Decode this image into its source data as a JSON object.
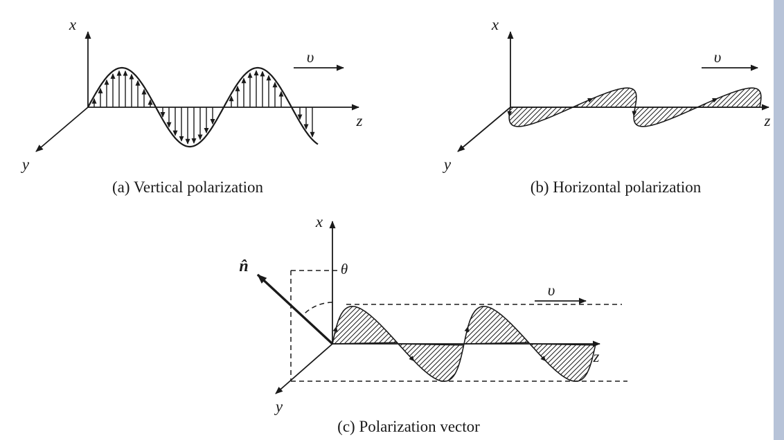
{
  "page": {
    "background_color": "#ffffff",
    "ink_color": "#1a1a1a",
    "edge_strip_color": "#b7c3d8"
  },
  "panels": {
    "a": {
      "caption": "(a) Vertical polarization",
      "axis_x_label": "x",
      "axis_y_label": "y",
      "axis_z_label": "z",
      "velocity_label": "υ"
    },
    "b": {
      "caption": "(b) Horizontal polarization",
      "axis_x_label": "x",
      "axis_y_label": "y",
      "axis_z_label": "z",
      "velocity_label": "υ"
    },
    "c": {
      "caption": "(c) Polarization vector",
      "axis_x_label": "x",
      "axis_y_label": "y",
      "axis_z_label": "z",
      "velocity_label": "υ",
      "normal_vector_label": "n̂",
      "angle_label": "θ"
    }
  }
}
